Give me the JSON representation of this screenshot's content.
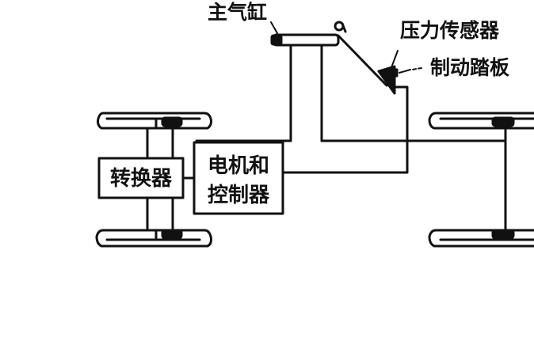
{
  "labels": {
    "master_cylinder": "主气缸",
    "pressure_sensor": "压力传感器",
    "brake_pedal": "制动踏板",
    "converter": "转换器",
    "motor_controller_line1": "电机和",
    "motor_controller_line2": "控制器"
  }
}
